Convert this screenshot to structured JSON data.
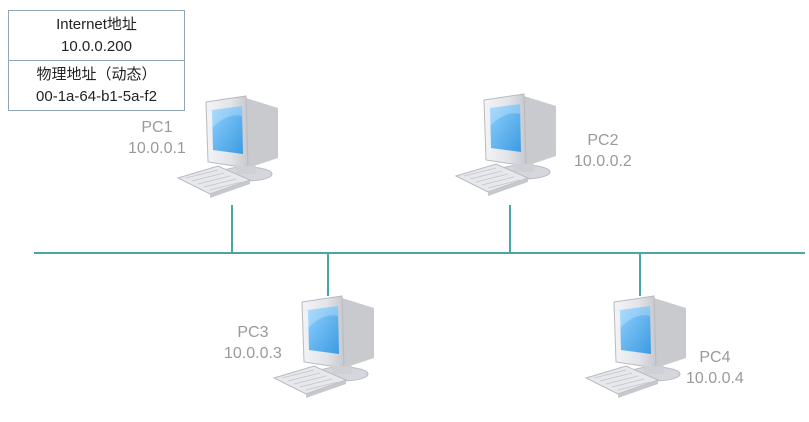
{
  "info_box": {
    "internet_label": "Internet地址",
    "internet_value": "10.0.0.200",
    "physical_label": "物理地址（动态）",
    "physical_value": "00-1a-64-b1-5a-f2"
  },
  "network": {
    "line_color": "#4aa5a8",
    "computers": [
      {
        "name": "PC1",
        "ip": "10.0.0.1"
      },
      {
        "name": "PC2",
        "ip": "10.0.0.2"
      },
      {
        "name": "PC3",
        "ip": "10.0.0.3"
      },
      {
        "name": "PC4",
        "ip": "10.0.0.4"
      }
    ]
  },
  "colors": {
    "screen": "#5db3ef",
    "monitor_body": "#dcdde2",
    "label_text": "#9a9a9a"
  }
}
